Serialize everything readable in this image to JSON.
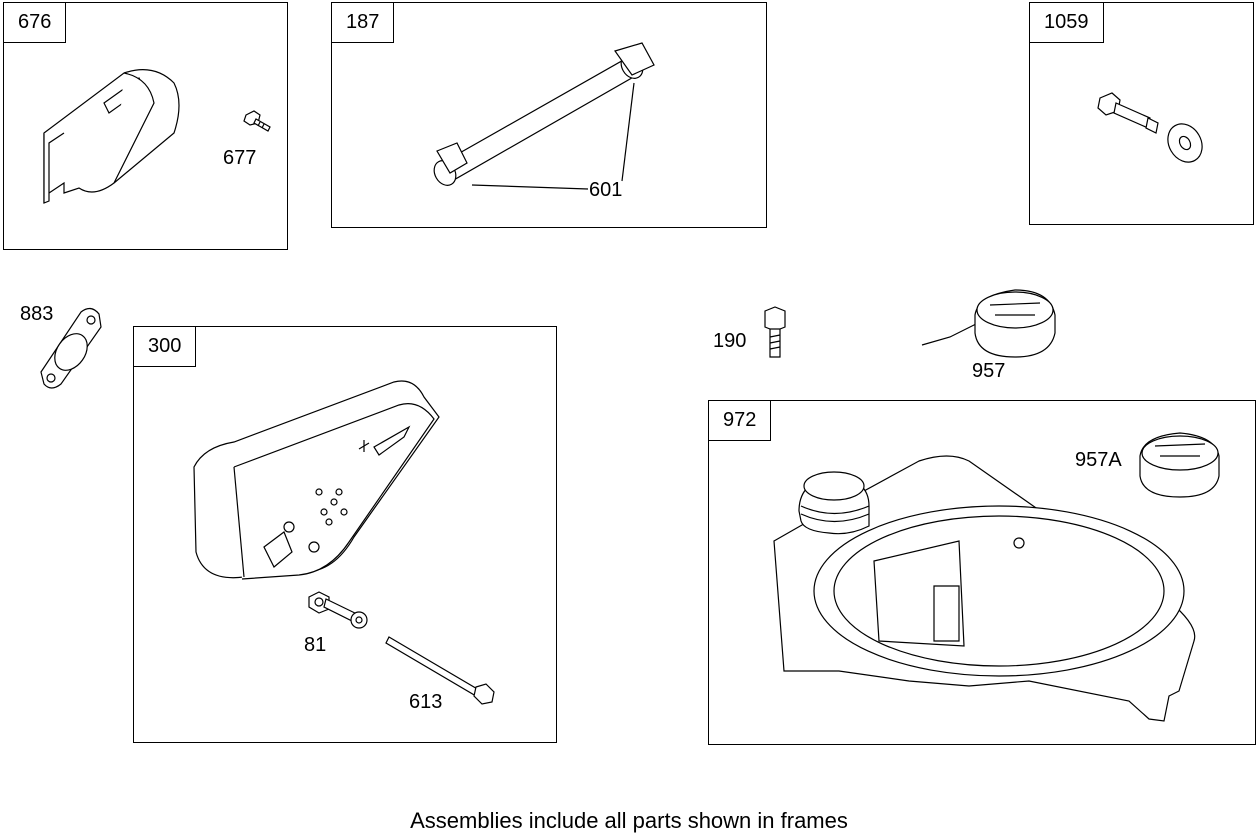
{
  "frames": {
    "f676": {
      "number": "676"
    },
    "f187": {
      "number": "187"
    },
    "f1059": {
      "number": "1059"
    },
    "f300": {
      "number": "300"
    },
    "f972": {
      "number": "972"
    }
  },
  "callouts": {
    "c677": "677",
    "c601": "601",
    "c883": "883",
    "c190": "190",
    "c957": "957",
    "c957A": "957A",
    "c81": "81",
    "c613": "613"
  },
  "footer": {
    "note": "Assemblies include all parts shown in frames"
  }
}
